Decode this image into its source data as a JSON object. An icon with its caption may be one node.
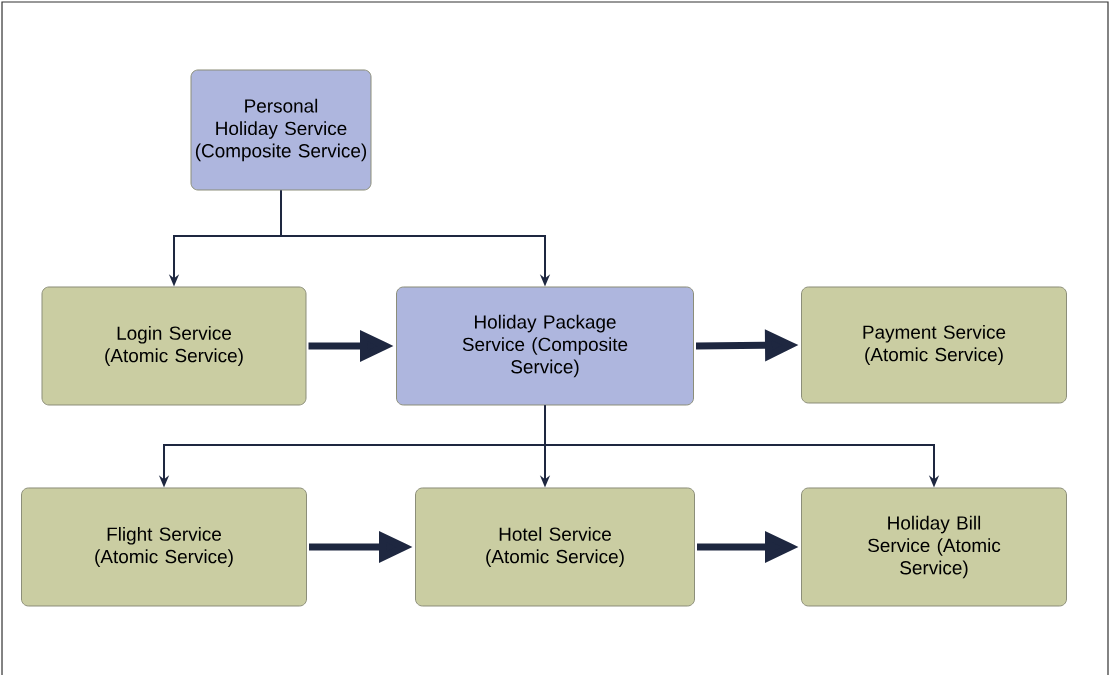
{
  "diagram": {
    "nodes": [
      {
        "text": [
          "Personal Holiday Service (Composite Service)"
        ]
      },
      {
        "text": [
          "Login Service (Atomic Service)"
        ]
      },
      {
        "text": [
          "Holiday Package Service (Composite Service)"
        ]
      },
      {
        "text": [
          "Payment Service (Atomic Service)"
        ]
      },
      {
        "text": [
          "Flight Service (Atomic Service)"
        ]
      },
      {
        "text": [
          "Hotel Service (Atomic Service)"
        ]
      },
      {
        "text": [
          "Holiday Bill Service (Atomic Service)"
        ]
      }
    ],
    "edges": [
      {
        "from": 0,
        "to": 1,
        "arrow": "to"
      },
      {
        "from": 0,
        "to": 2,
        "arrow": "to"
      },
      {
        "from": 1,
        "to": 2,
        "arrow": "to",
        "style": "thick"
      },
      {
        "from": 2,
        "to": 3,
        "arrow": "to",
        "style": "thick"
      },
      {
        "from": 2,
        "to": 4,
        "arrow": "to"
      },
      {
        "from": 2,
        "to": 5,
        "arrow": "to"
      },
      {
        "from": 2,
        "to": 6,
        "arrow": "to"
      },
      {
        "from": 4,
        "to": 5,
        "arrow": "to",
        "style": "thick"
      },
      {
        "from": 5,
        "to": 6,
        "arrow": "to",
        "style": "thick"
      }
    ]
  }
}
